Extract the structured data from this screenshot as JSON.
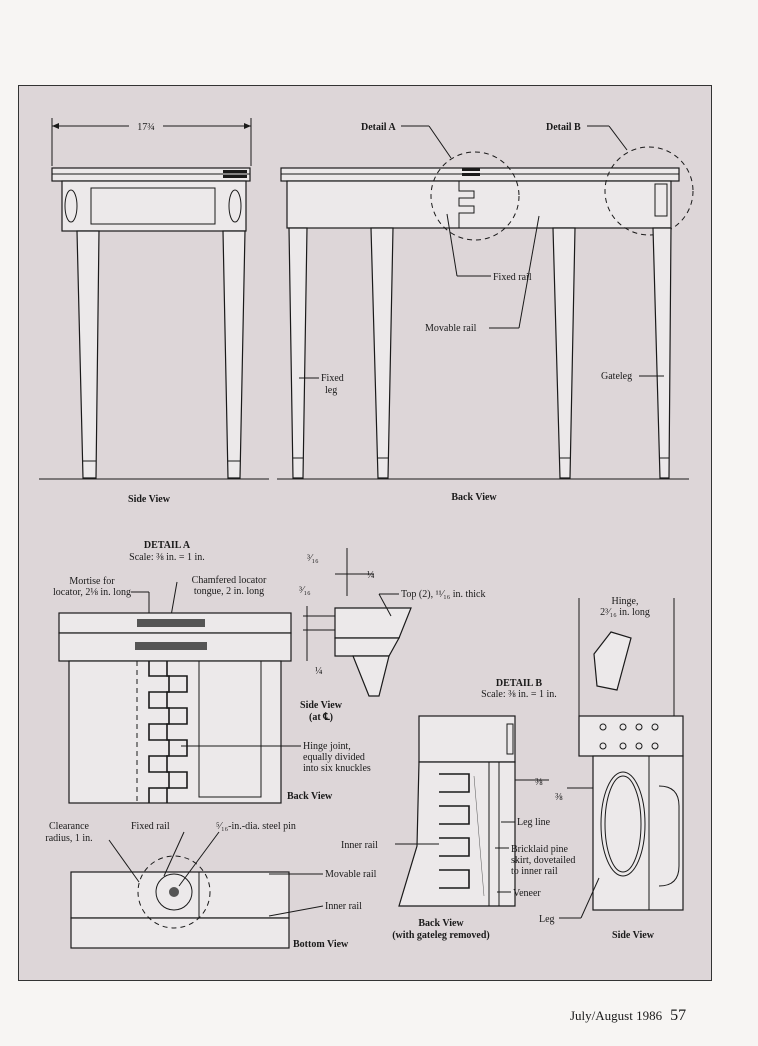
{
  "views": {
    "side_view": {
      "title": "Side View",
      "width_dim": "17¾"
    },
    "back_view": {
      "title": "Back View",
      "detail_a_callout": "Detail A",
      "detail_b_callout": "Detail B",
      "fixed_rail": "Fixed rail",
      "movable_rail": "Movable rail",
      "fixed_leg_1": "Fixed",
      "fixed_leg_2": "leg",
      "gateleg": "Gateleg"
    }
  },
  "detail_a": {
    "title": "DETAIL A",
    "scale": "Scale: ⅜ in. = 1 in.",
    "mortise_1": "Mortise for",
    "mortise_2": "locator, 2⅛ in. long",
    "tongue_1": "Chamfered locator",
    "tongue_2": "tongue, 2 in. long",
    "hinge_1": "Hinge joint,",
    "hinge_2": "equally divided",
    "hinge_3": "into six knuckles",
    "back_view": "Back View",
    "dim_a": "³⁄₁₆",
    "dim_b": "¼",
    "dim_c": "³⁄₁₆",
    "dim_d": "¼",
    "top_label": "Top (2), ¹¹⁄₁₆ in. thick",
    "side_view_1": "Side View",
    "side_view_2": "(at ℄)",
    "clearance_1": "Clearance",
    "clearance_2": "radius, 1 in.",
    "fixed_rail": "Fixed rail",
    "pin": "⁵⁄₁₆-in.-dia. steel pin",
    "movable_rail": "Movable rail",
    "inner_rail": "Inner rail",
    "bottom_view": "Bottom View"
  },
  "detail_b": {
    "title": "DETAIL B",
    "scale": "Scale: ⅜ in. = 1 in.",
    "hinge_1": "Hinge,",
    "hinge_2": "2³⁄₁₆ in. long",
    "dim_a": "⅜",
    "dim_b": "⅜",
    "leg_line": "Leg line",
    "inner_rail": "Inner rail",
    "skirt_1": "Bricklaid pine",
    "skirt_2": "skirt, dovetailed",
    "skirt_3": "to inner rail",
    "veneer": "Veneer",
    "leg": "Leg",
    "back_view_1": "Back View",
    "back_view_2": "(with gateleg removed)",
    "side_view": "Side View"
  },
  "footer": {
    "issue": "July/August 1986",
    "page": "57"
  }
}
